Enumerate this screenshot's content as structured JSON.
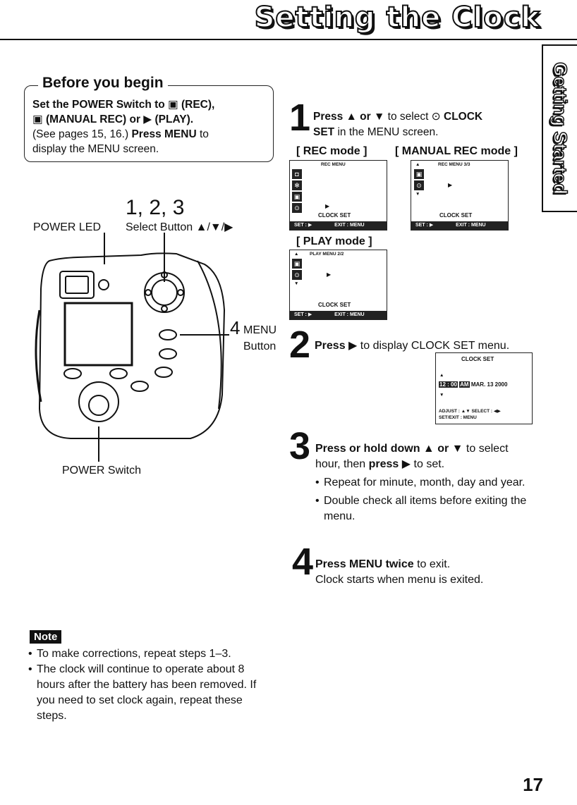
{
  "header": {
    "title": "Setting the Clock"
  },
  "side_tab": {
    "label": "Getting Started"
  },
  "before": {
    "heading": "Before you begin",
    "line1": "Set the POWER Switch to ▣ (REC),",
    "line2": "▣ (MANUAL REC) or ▶ (PLAY).",
    "line3": "(See pages 15, 16.)",
    "line3b": "Press MENU",
    "line3c": "to",
    "line4": "display the MENU screen."
  },
  "camera": {
    "steps_label": "1, 2, 3",
    "power_led": "POWER LED",
    "select_button": "Select Button ▲/▼/▶",
    "menu_num": "4",
    "menu": "MENU",
    "button": "Button",
    "power_switch": "POWER Switch"
  },
  "step1": {
    "num": "1",
    "a": "Press ▲ or ▼",
    "b": "to select ⊙",
    "c": "CLOCK",
    "d": "SET",
    "e": "in the MENU screen.",
    "rec_mode": "[ REC mode ]",
    "manual_mode": "[ MANUAL REC mode ]",
    "play_mode": "[ PLAY mode ]",
    "rec_menu": "REC MENU",
    "manual_menu": "REC MENU 3/3",
    "play_menu": "PLAY MENU 2/2",
    "clock_set": "CLOCK SET",
    "set": "SET :",
    "exit": "EXIT : MENU"
  },
  "step2": {
    "num": "2",
    "a": "Press ▶",
    "b": "to display CLOCK SET menu.",
    "screen_title": "CLOCK SET",
    "time": "12 : 00",
    "am": "AM",
    "date": "MAR. 13 2000",
    "adjust": "ADJUST : ▲▼ SELECT : ◀▶",
    "setexit": "SET/EXIT : MENU"
  },
  "step3": {
    "num": "3",
    "a": "Press or hold down ▲ or ▼",
    "b": "to select",
    "c": "hour, then",
    "d": "press ▶",
    "e": "to set.",
    "bullets": [
      "Repeat for minute, month, day and year.",
      "Double check all items before exiting the menu."
    ]
  },
  "step4": {
    "num": "4",
    "a": "Press MENU twice",
    "b": "to exit.",
    "c": "Clock starts when menu is exited."
  },
  "note": {
    "label": "Note",
    "bullets": [
      "To make corrections, repeat steps 1–3.",
      "The clock will continue to operate about 8 hours after the battery has been removed. If you need to set clock again, repeat these steps."
    ]
  },
  "page_number": "17"
}
